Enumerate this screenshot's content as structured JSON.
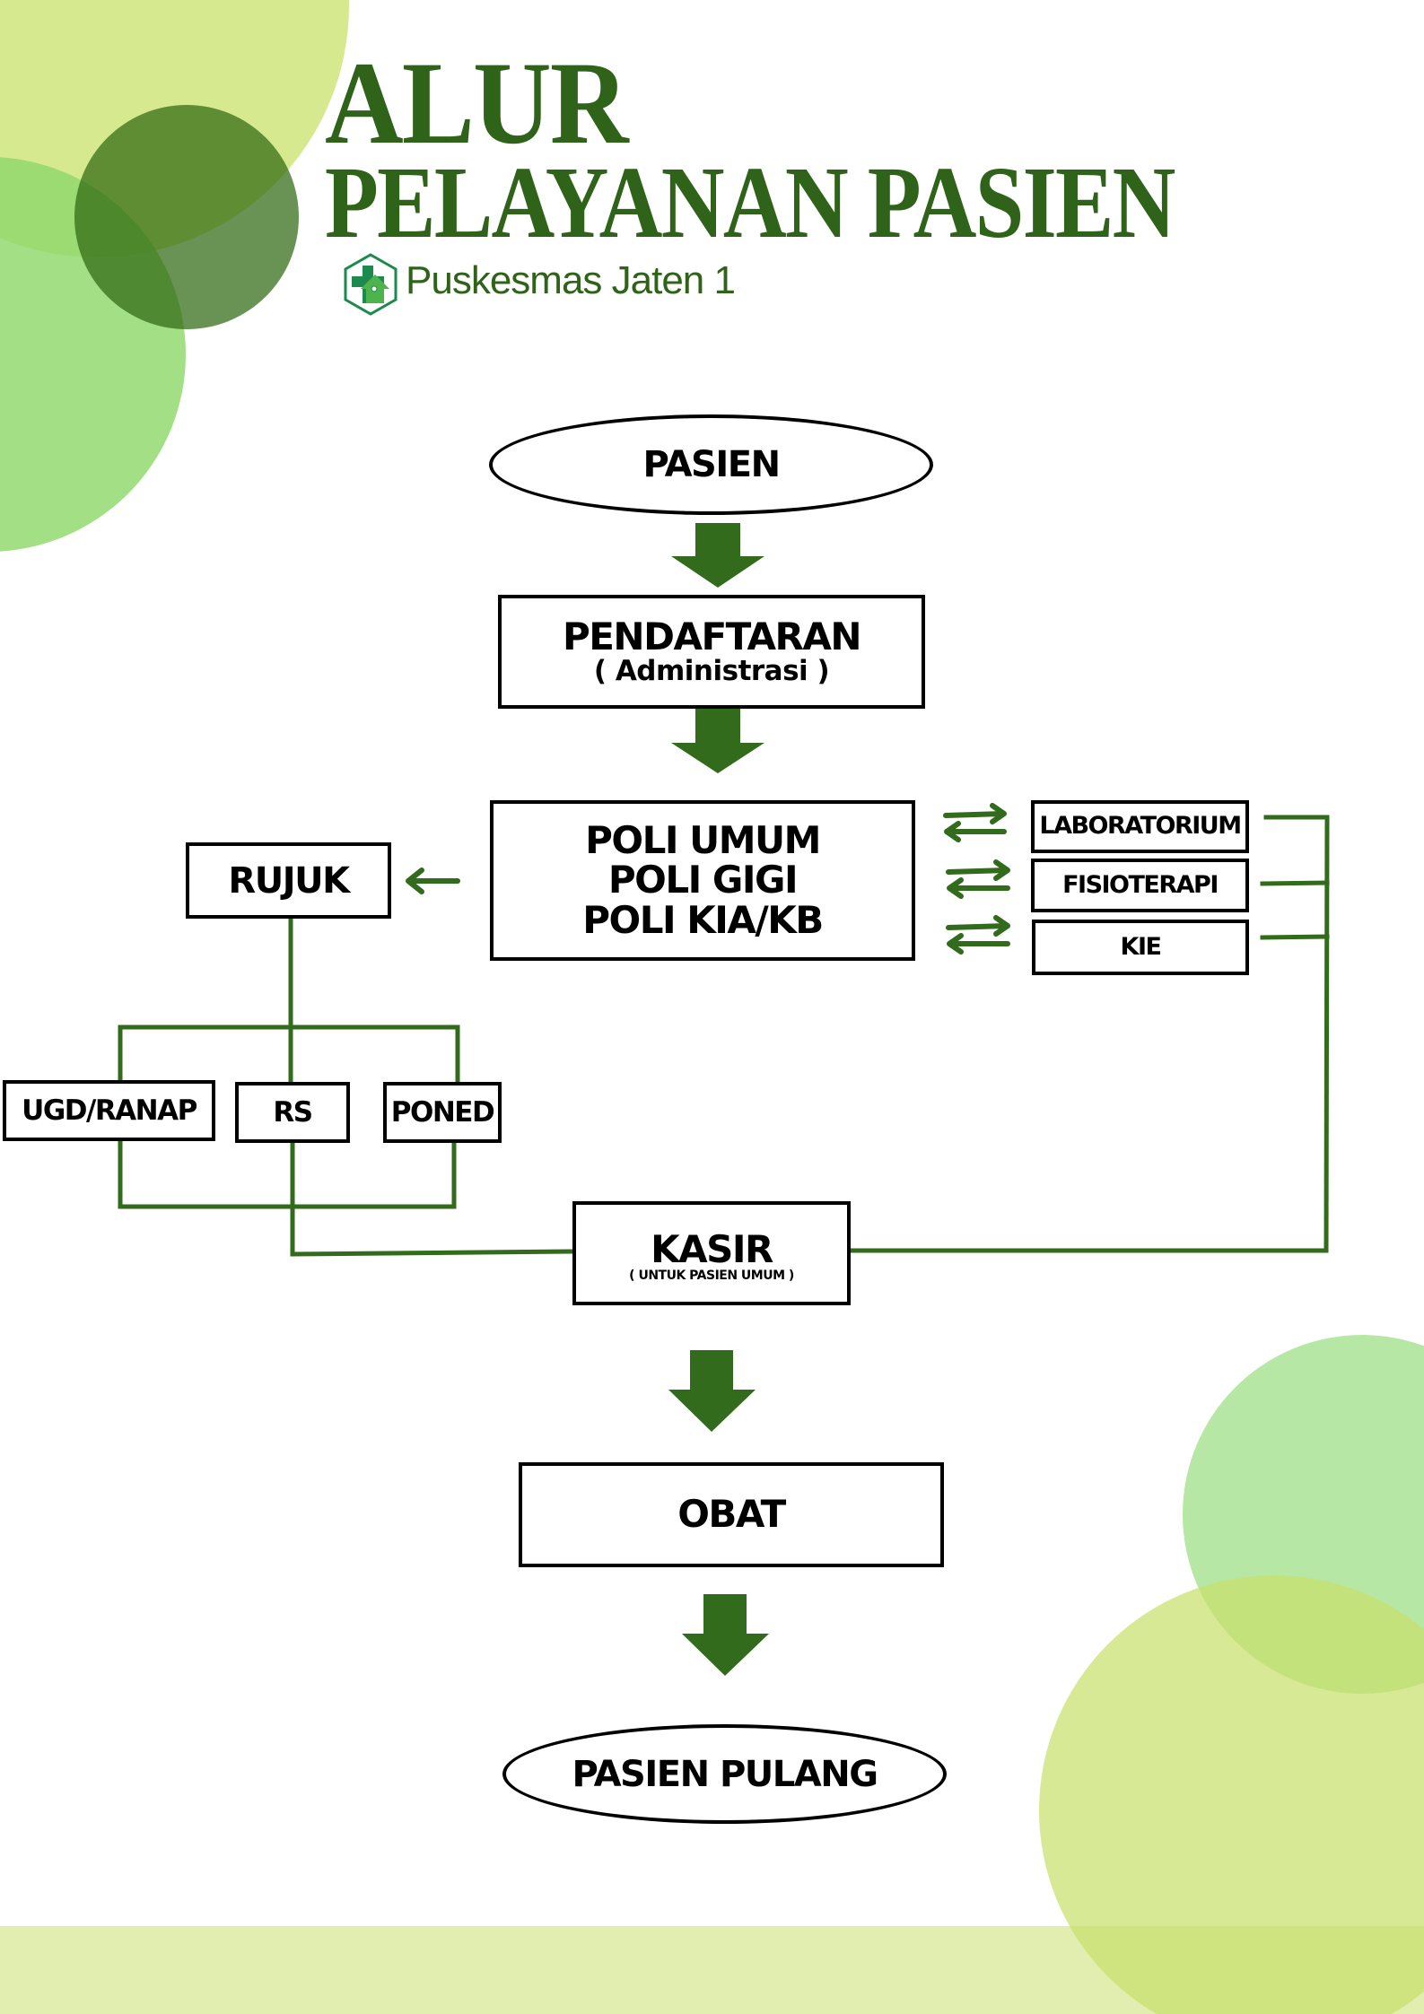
{
  "header": {
    "title_line1": "ALUR",
    "title_line2": "PELAYANAN PASIEN",
    "org_name": "Puskesmas Jaten 1",
    "logo_icon": "puskesmas-logo-icon"
  },
  "colors": {
    "title_green": "#2f6319",
    "connector_green": "#336b1d",
    "box_border": "#000000",
    "deco_yellow": "#d6e98e",
    "deco_light_green": "#9fe083",
    "deco_dark_green": "#4d7f2e",
    "deco_pale_green": "#b8e8a3",
    "footer_band": "#e2edb0"
  },
  "flow": {
    "start": {
      "label": "PASIEN"
    },
    "registration": {
      "label": "PENDAFTARAN",
      "sub": "( Administrasi )"
    },
    "clinics": {
      "lines": [
        "POLI UMUM",
        "POLI GIGI",
        "POLI KIA/KB"
      ]
    },
    "support_services": [
      {
        "label": "LABORATORIUM"
      },
      {
        "label": "FISIOTERAPI"
      },
      {
        "label": "KIE"
      }
    ],
    "referral": {
      "label": "RUJUK"
    },
    "referral_targets": [
      {
        "label": "UGD/RANAP"
      },
      {
        "label": "RS"
      },
      {
        "label": "PONED"
      }
    ],
    "cashier": {
      "label": "KASIR",
      "sub": "( UNTUK PASIEN UMUM )"
    },
    "medicine": {
      "label": "OBAT"
    },
    "end": {
      "label": "PASIEN PULANG"
    }
  }
}
